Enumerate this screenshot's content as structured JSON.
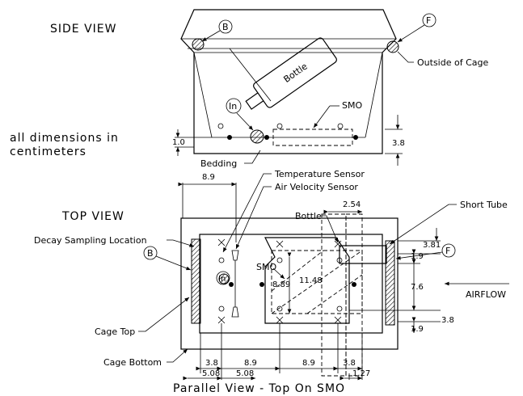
{
  "side_view": {
    "title": "SIDE VIEW",
    "label_b": "B",
    "label_f": "F",
    "label_in": "In",
    "bottle": "Bottle",
    "smo": "SMO",
    "outside_cage": "Outside of Cage",
    "bedding": "Bedding",
    "dim_left": "1.0",
    "dim_right": "3.8"
  },
  "note": {
    "line1": "all dimensions in",
    "line2": "centimeters"
  },
  "top_view": {
    "title": "TOP VIEW",
    "temperature_sensor": "Temperature Sensor",
    "air_velocity_sensor": "Air Velocity Sensor",
    "short_tube": "Short Tube",
    "bottle": "Bottle",
    "decay_sampling": "Decay Sampling Location",
    "label_b": "B",
    "label_f": "F",
    "label_in": "In",
    "smo": "SMO",
    "airflow": "AIRFLOW",
    "cage_top": "Cage Top",
    "cage_bottom": "Cage Bottom",
    "caption": "Parallel View - Top On SMO",
    "dims": {
      "d8_9_top": "8.9",
      "d2_54": "2.54",
      "d3_81": "3.81",
      "d1_9a": "1.9",
      "d7_6": "7.6",
      "d3_8r": "3.8",
      "d1_9b": "1.9",
      "d8_89": "8.89",
      "d11_48": "11.48",
      "b3_8a": "3.8",
      "b8_9a": "8.9",
      "b8_9b": "8.9",
      "b3_8b": "3.8",
      "b5_08a": "5.08",
      "b5_08b": "5.08",
      "b1_27": "1.27"
    }
  }
}
